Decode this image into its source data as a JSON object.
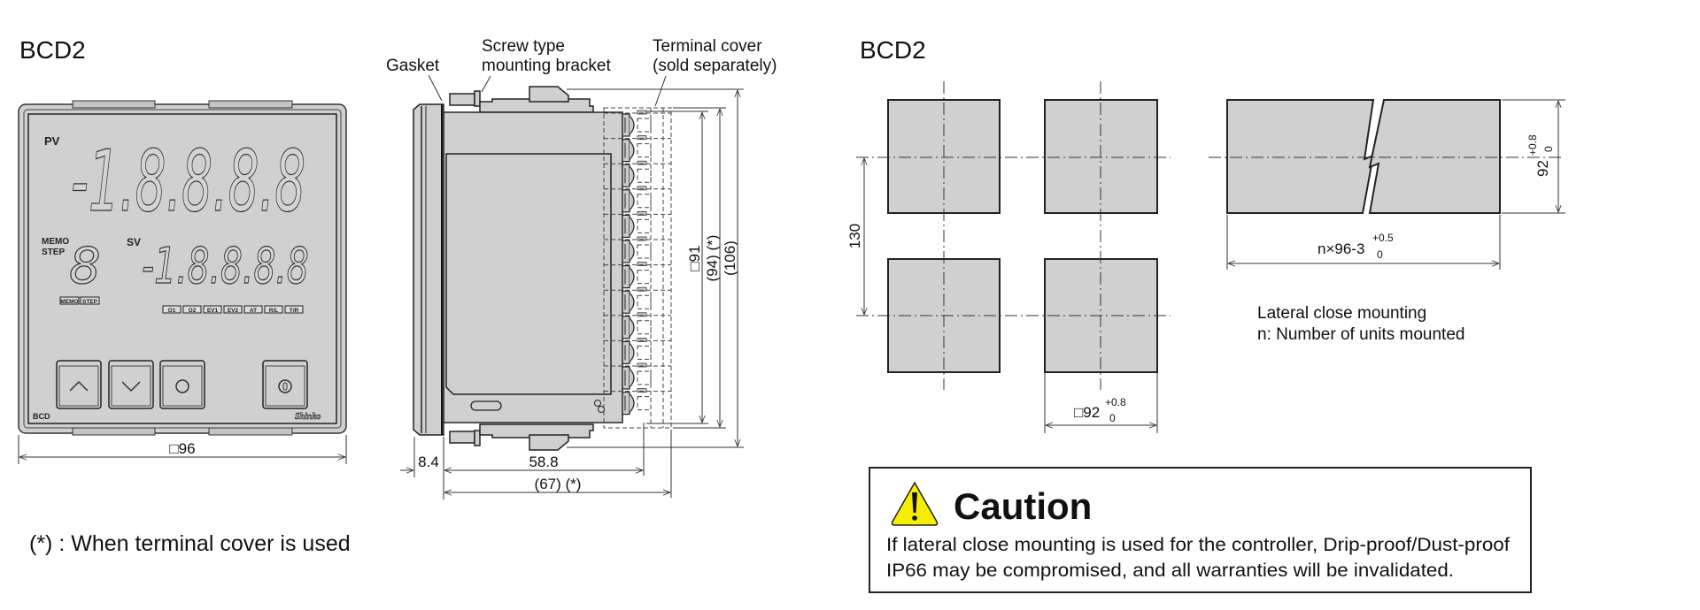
{
  "left_title": "BCD2",
  "right_title": "BCD2",
  "front_panel": {
    "pv_label": "PV",
    "pv_display": "-1.8.8.8.8",
    "memo_label": "MEMO",
    "step_label": "STEP",
    "memo_display": "8",
    "sv_label": "SV",
    "sv_display": "-1.8.8.8.8",
    "memo_indicator": "MEMO",
    "step_indicator": "STEP",
    "indicators": [
      "O1",
      "O2",
      "EV1",
      "EV2",
      "AT",
      "R/L",
      "T/R"
    ],
    "model_label": "BCD",
    "brand_logo": "Shinko",
    "buttons": [
      {
        "icon": "up-arrow-icon"
      },
      {
        "icon": "down-arrow-icon"
      },
      {
        "icon": "mode-icon"
      },
      {
        "icon": "power-icon"
      }
    ]
  },
  "callouts": {
    "gasket": "Gasket",
    "bracket_line1": "Screw type",
    "bracket_line2": "mounting bracket",
    "cover_line1": "Terminal cover",
    "cover_line2": "(sold separately)"
  },
  "dimensions": {
    "panel_width": "□96",
    "gasket_depth": "8.4",
    "body_depth": "58.8",
    "depth_with_cover": "(67) (*)",
    "body_size": "□91",
    "height_with_cover": "(94) (*)",
    "overall_height": "(106)"
  },
  "footnote": "(*) : When terminal cover is used",
  "cutout": {
    "pitch": "130",
    "size": "□92",
    "size_tol_plus": "+0.8",
    "size_tol_minus": "0",
    "lateral_width": "n×96-3",
    "lateral_width_tol_plus": "+0.5",
    "lateral_width_tol_minus": "0",
    "lateral_height": "92",
    "lateral_height_tol_plus": "+0.8",
    "lateral_height_tol_minus": "0",
    "note_line1": "Lateral close mounting",
    "note_line2": "n: Number of units mounted"
  },
  "caution": {
    "title": "Caution",
    "line1": "If lateral close mounting is used for the controller, Drip-proof/Dust-proof",
    "line2": "IP66 may be compromised, and all warranties will be invalidated.",
    "icon_color": "#f5ee00"
  }
}
